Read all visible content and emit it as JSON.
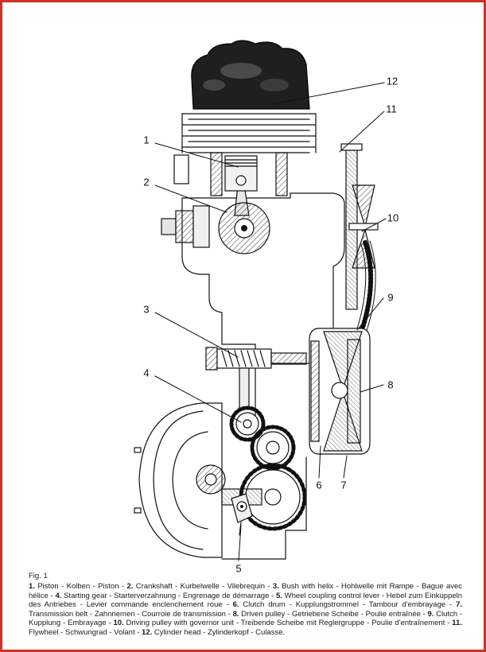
{
  "colors": {
    "frame_red": "#cf3227",
    "ink": "#111111"
  },
  "figure": {
    "callouts": [
      {
        "id": "callout-1",
        "label": "1"
      },
      {
        "id": "callout-2",
        "label": "2"
      },
      {
        "id": "callout-3",
        "label": "3"
      },
      {
        "id": "callout-4",
        "label": "4"
      },
      {
        "id": "callout-5",
        "label": "5"
      },
      {
        "id": "callout-6",
        "label": "6"
      },
      {
        "id": "callout-7",
        "label": "7"
      },
      {
        "id": "callout-8",
        "label": "8"
      },
      {
        "id": "callout-9",
        "label": "9"
      },
      {
        "id": "callout-10",
        "label": "10"
      },
      {
        "id": "callout-11",
        "label": "11"
      },
      {
        "id": "callout-12",
        "label": "12"
      }
    ]
  },
  "caption": {
    "fig_label": "Fig. 1",
    "separator": " - ",
    "items": [
      {
        "num": "1.",
        "text": "Piston - Kolben - Piston"
      },
      {
        "num": "2.",
        "text": "Crankshaft - Kurbelwelle - Vilebrequin"
      },
      {
        "num": "3.",
        "text": "Bush with helix - Hohlwelle mit Rampe - Bague avec hélice"
      },
      {
        "num": "4.",
        "text": "Starting gear - Starterverzahnung - Engrenage de démarrage"
      },
      {
        "num": "5.",
        "text": "Wheel coupling control lever - Hebel zum Einkuppeln des Antriebes - Levier commande enclenchement roue"
      },
      {
        "num": "6.",
        "text": "Clutch drum - Kupplungstrommel - Tambour d'embrayage"
      },
      {
        "num": "7.",
        "text": "Transmission belt - Zahnriemen - Courroie de transmission"
      },
      {
        "num": "8.",
        "text": "Driven pulley - Getriebene Scheibe - Poulie entraînée"
      },
      {
        "num": "9.",
        "text": "Clutch - Kupplung - Embrayage"
      },
      {
        "num": "10.",
        "text": "Driving pulley with governor unit - Treibende Scheibe mit Reglergruppe - Poulie d'entraînement"
      },
      {
        "num": "11.",
        "text": "Flywheel - Schwungrad - Volant"
      },
      {
        "num": "12.",
        "text": "Cylinder head - Zylinderkopf - Culasse."
      }
    ]
  }
}
